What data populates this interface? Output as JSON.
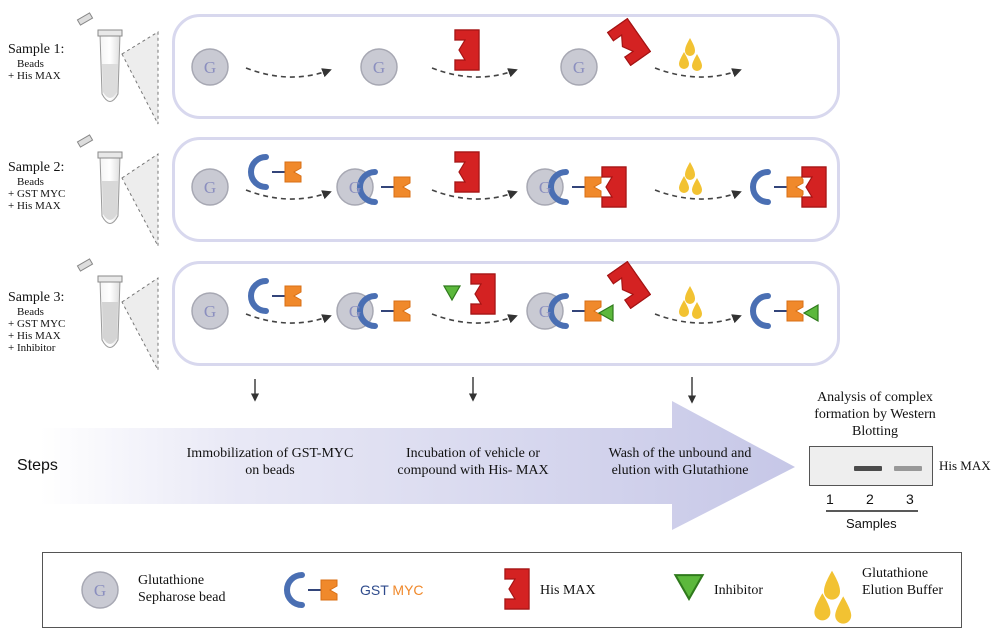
{
  "samples": [
    {
      "title": "Sample 1:",
      "lines": [
        "Beads",
        "+ His MAX"
      ]
    },
    {
      "title": "Sample 2:",
      "lines": [
        "Beads",
        "+ GST MYC",
        "+ His MAX"
      ]
    },
    {
      "title": "Sample 3:",
      "lines": [
        "Beads",
        "+ GST MYC",
        "+ His MAX",
        "+ Inhibitor"
      ]
    }
  ],
  "bead_letter": "G",
  "steps": {
    "label": "Steps",
    "items": [
      {
        "text": "Immobilization of GST-MYC on beads"
      },
      {
        "text": "Incubation of vehicle or compound with His- MAX"
      },
      {
        "text": "Wash of the unbound and elution with Glutathione"
      }
    ]
  },
  "western_blot": {
    "title": "Analysis of complex formation by Western Blotting",
    "band_label": "His MAX",
    "lanes": [
      "1",
      "2",
      "3"
    ],
    "axis_label": "Samples",
    "band_intensity": [
      0,
      1,
      0.45
    ]
  },
  "legend": {
    "bead": "Glutathione Sepharose bead",
    "gst": "GST",
    "myc": "MYC",
    "his_max": "His MAX",
    "inhibitor": "Inhibitor",
    "buffer": "Glutathione Elution Buffer"
  },
  "colors": {
    "panel_border": "#d8d8ee",
    "bead_fill": "#c9cad3",
    "bead_letter": "#8b8fbf",
    "gst_blue": "#4a6fb3",
    "myc_orange": "#f0892b",
    "his_max_red": "#d42222",
    "inhibitor_green": "#5cb83c",
    "buffer_yellow": "#f2c232",
    "arrow_gradient_end": "#c8c9e8"
  }
}
